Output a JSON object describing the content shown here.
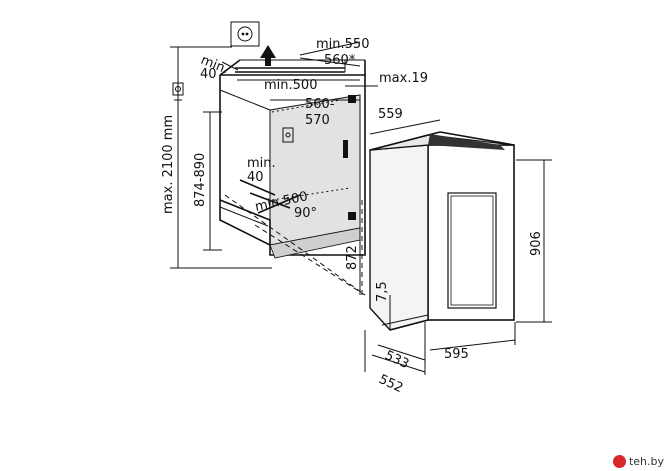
{
  "dimensions": {
    "min550": "min.550",
    "d560star": "560*",
    "min40_top_line1": "min.",
    "min40_top_line2": "40",
    "min500_top": "min.500",
    "max19": "max.19",
    "range560": "560-",
    "range570": "570",
    "d559": "559",
    "max2100": "max. 2100 mm",
    "range874": "874-890",
    "min40_mid_line1": "min.",
    "min40_mid_line2": "40",
    "min500_mid": "min.500",
    "angle90": "90°",
    "d872": "872",
    "d906": "906",
    "d7_5": "7,5",
    "d533": "533",
    "d595": "595",
    "d552": "552"
  },
  "watermark": {
    "text": "teh.by"
  }
}
